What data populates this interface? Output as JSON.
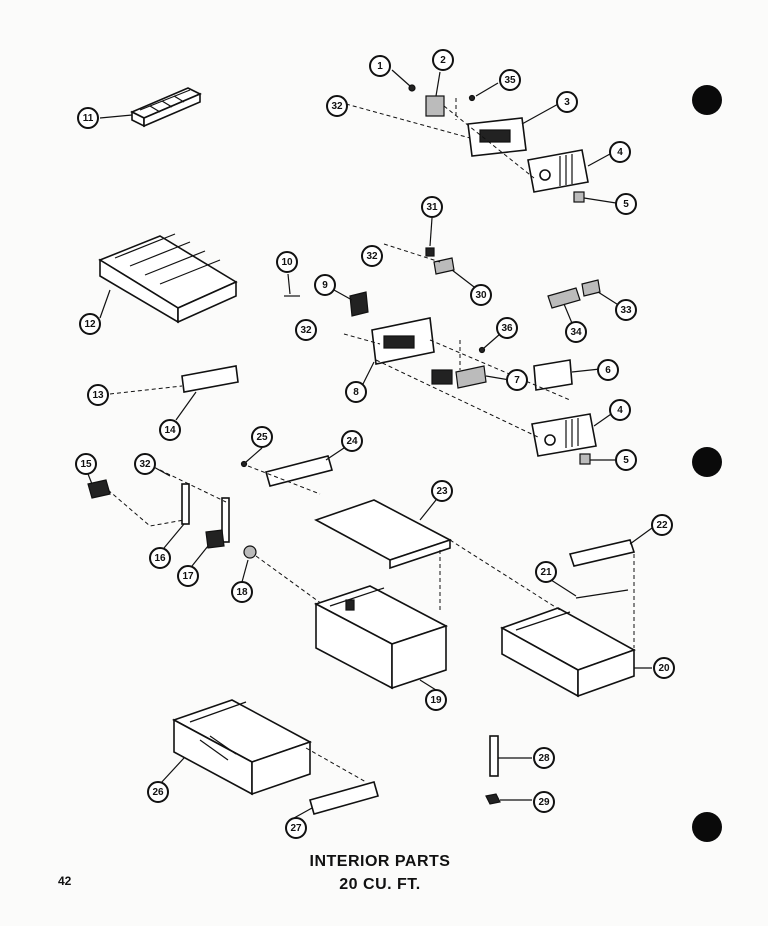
{
  "title": {
    "line1": "INTERIOR PARTS",
    "line2": "20 CU. FT."
  },
  "page_number": "42",
  "callouts": [
    {
      "id": "c1",
      "label": "1"
    },
    {
      "id": "c2",
      "label": "2"
    },
    {
      "id": "c35",
      "label": "35"
    },
    {
      "id": "c32a",
      "label": "32"
    },
    {
      "id": "c3",
      "label": "3"
    },
    {
      "id": "c4a",
      "label": "4"
    },
    {
      "id": "c5a",
      "label": "5"
    },
    {
      "id": "c11",
      "label": "11"
    },
    {
      "id": "c31",
      "label": "31"
    },
    {
      "id": "c32b",
      "label": "32"
    },
    {
      "id": "c30",
      "label": "30"
    },
    {
      "id": "c10",
      "label": "10"
    },
    {
      "id": "c9",
      "label": "9"
    },
    {
      "id": "c12",
      "label": "12"
    },
    {
      "id": "c33",
      "label": "33"
    },
    {
      "id": "c34",
      "label": "34"
    },
    {
      "id": "c32c",
      "label": "32"
    },
    {
      "id": "c36",
      "label": "36"
    },
    {
      "id": "c8",
      "label": "8"
    },
    {
      "id": "c7",
      "label": "7"
    },
    {
      "id": "c6",
      "label": "6"
    },
    {
      "id": "c13",
      "label": "13"
    },
    {
      "id": "c14",
      "label": "14"
    },
    {
      "id": "c4b",
      "label": "4"
    },
    {
      "id": "c5b",
      "label": "5"
    },
    {
      "id": "c25",
      "label": "25"
    },
    {
      "id": "c24",
      "label": "24"
    },
    {
      "id": "c15",
      "label": "15"
    },
    {
      "id": "c32d",
      "label": "32"
    },
    {
      "id": "c23",
      "label": "23"
    },
    {
      "id": "c16",
      "label": "16"
    },
    {
      "id": "c17",
      "label": "17"
    },
    {
      "id": "c18",
      "label": "18"
    },
    {
      "id": "c22",
      "label": "22"
    },
    {
      "id": "c21",
      "label": "21"
    },
    {
      "id": "c20",
      "label": "20"
    },
    {
      "id": "c19",
      "label": "19"
    },
    {
      "id": "c26",
      "label": "26"
    },
    {
      "id": "c28",
      "label": "28"
    },
    {
      "id": "c29",
      "label": "29"
    },
    {
      "id": "c27",
      "label": "27"
    }
  ]
}
